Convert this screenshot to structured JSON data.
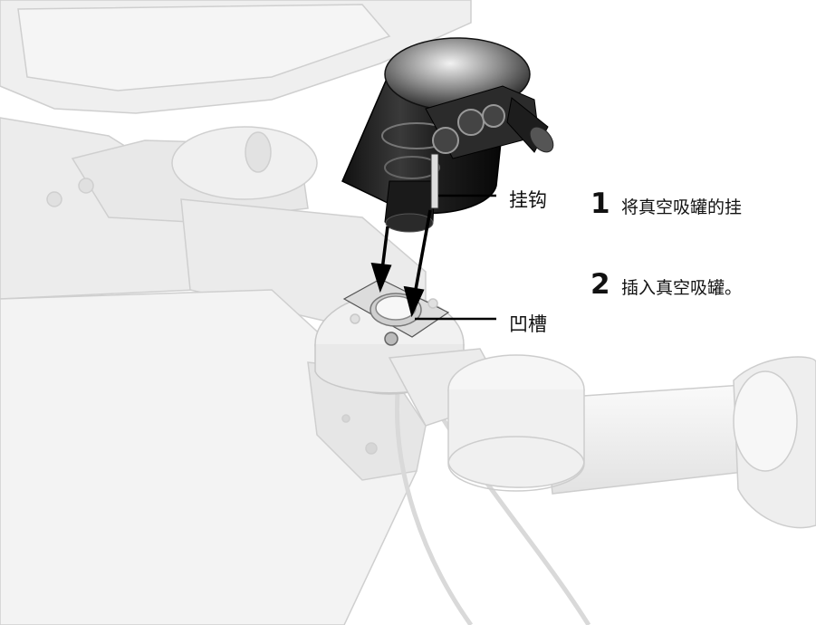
{
  "callouts": {
    "hook": "挂钩",
    "groove": "凹槽"
  },
  "steps": [
    {
      "number": "1",
      "text": "将真空吸罐的挂"
    },
    {
      "number": "2",
      "text": "插入真空吸罐。"
    }
  ],
  "colors": {
    "background": "#ffffff",
    "faded_parts": "#e9e9e9",
    "outline": "#cfcfcf",
    "canister_dark": "#222222",
    "text": "#111111"
  }
}
